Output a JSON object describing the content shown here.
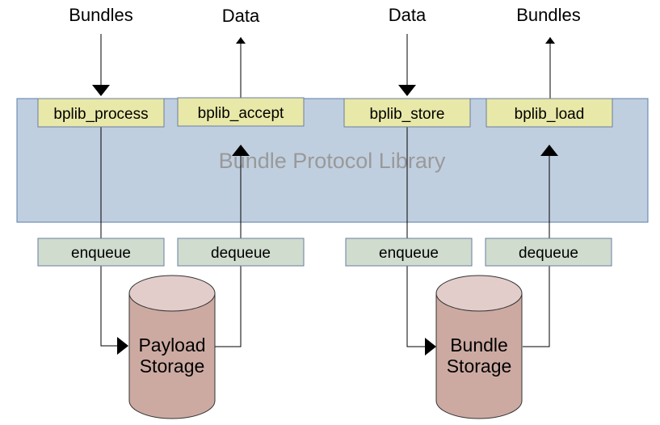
{
  "io_labels": {
    "bundles_in": "Bundles",
    "data_out": "Data",
    "data_in": "Data",
    "bundles_out": "Bundles"
  },
  "library": {
    "name": "Bundle Protocol Library"
  },
  "functions": {
    "process": "bplib_process",
    "accept": "bplib_accept",
    "store": "bplib_store",
    "load": "bplib_load"
  },
  "queues": {
    "payload_enqueue": "enqueue",
    "payload_dequeue": "dequeue",
    "bundle_enqueue": "enqueue",
    "bundle_dequeue": "dequeue"
  },
  "storage": {
    "payload": {
      "line1": "Payload",
      "line2": "Storage"
    },
    "bundle": {
      "line1": "Bundle",
      "line2": "Storage"
    }
  },
  "colors": {
    "library_fill": "#c0cfdf",
    "library_stroke": "#5a7ea8",
    "function_fill": "#e8e8a8",
    "function_stroke": "#6a7ea0",
    "queue_fill": "#cfdcce",
    "queue_stroke": "#6a7ea0",
    "storage_body": "#ccaaa2",
    "storage_top": "#e2cdca",
    "storage_stroke": "#333333"
  }
}
